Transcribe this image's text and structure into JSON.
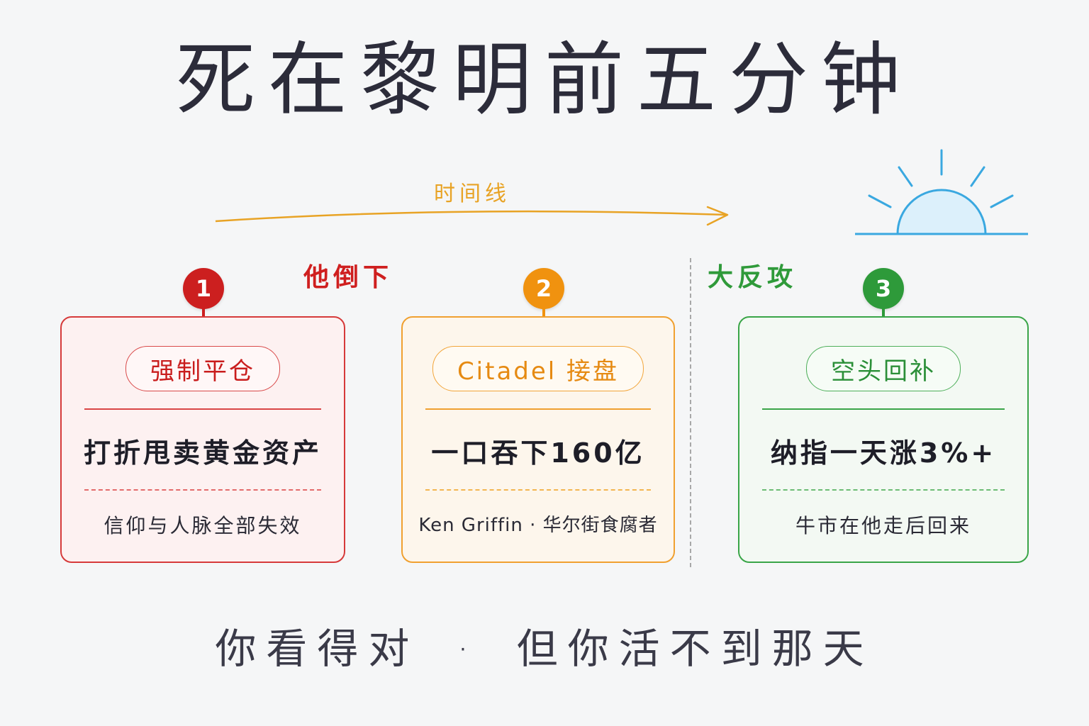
{
  "title": "死在黎明前五分钟",
  "timeline_label": "时间线",
  "phases": {
    "fall": "他倒下",
    "counter": "大反攻"
  },
  "steps": [
    {
      "number": "1",
      "pill": "强制平仓",
      "main": "打折甩卖黄金资产",
      "sub": "信仰与人脉全部失效",
      "color": "#cc1f1f"
    },
    {
      "number": "2",
      "pill": "Citadel 接盘",
      "main": "一口吞下160亿",
      "sub": "Ken Griffin · 华尔街食腐者",
      "color": "#f0920f"
    },
    {
      "number": "3",
      "pill": "空头回补",
      "main": "纳指一天涨3%+",
      "sub": "牛市在他走后回来",
      "color": "#2e9a3a"
    }
  ],
  "footer": {
    "left": "你看得对",
    "separator": "·",
    "right": "但你活不到那天"
  },
  "icons": {
    "sunrise": "sunrise-icon",
    "arrow": "timeline-arrow-icon"
  },
  "colors": {
    "sun_stroke": "#3aa8e0",
    "sun_fill": "#dcf0fb",
    "arrow": "#e8a325"
  }
}
